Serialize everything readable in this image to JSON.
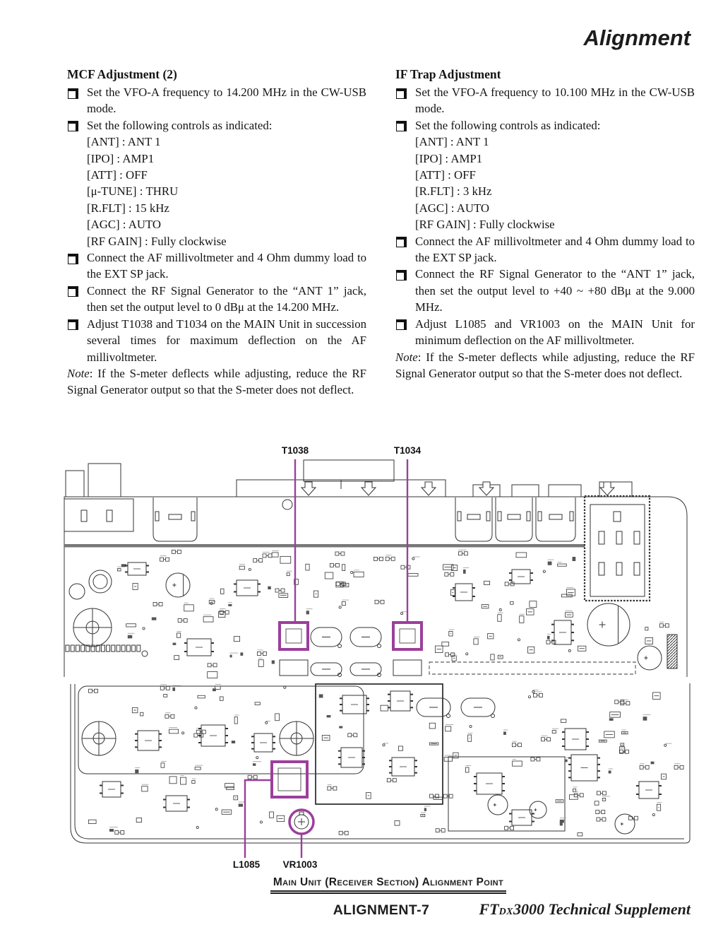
{
  "page": {
    "title": "Alignment",
    "footer": {
      "page_label": "ALIGNMENT-7",
      "doc_brand_prefix": "FT",
      "doc_brand_sub": "DX",
      "doc_brand_suffix": "3000",
      "doc_title_rest": " Technical Supplement"
    }
  },
  "icons": {
    "checkbox": "❒"
  },
  "colors": {
    "annotation_purple": "#9B3F9B",
    "ink": "#151515",
    "divider_gray": "#777777"
  },
  "columns": {
    "left": {
      "heading": "MCF Adjustment (2)",
      "items": [
        {
          "type": "check",
          "text": "Set the VFO-A frequency to 14.200 MHz in the CW-USB mode."
        },
        {
          "type": "check",
          "text": "Set the following controls as indicated:",
          "sub": [
            "[ANT] : ANT 1",
            "[IPO] : AMP1",
            "[ATT] : OFF",
            "[μ-TUNE] : THRU",
            "[R.FLT] : 15 kHz",
            "[AGC] : AUTO",
            "[RF GAIN] : Fully clockwise"
          ]
        },
        {
          "type": "check",
          "text": "Connect the AF millivoltmeter and 4 Ohm dummy load to the EXT SP jack."
        },
        {
          "type": "check",
          "text": "Connect the RF Signal Generator to the “ANT 1” jack, then set the output level to 0 dBμ at the 14.200 MHz."
        },
        {
          "type": "check",
          "text": "Adjust T1038 and T1034 on the MAIN Unit in succession several times for maximum deflection on the AF millivoltmeter."
        },
        {
          "type": "note",
          "label": "Note",
          "text": ": If the S-meter deflects while adjusting, reduce the RF Signal Generator output so that the S-meter does not deflect."
        }
      ]
    },
    "right": {
      "heading": "IF Trap Adjustment",
      "items": [
        {
          "type": "check",
          "text": "Set the VFO-A frequency to 10.100 MHz in the CW-USB mode."
        },
        {
          "type": "check",
          "text": "Set the following controls as indicated:",
          "sub": [
            "[ANT] : ANT 1",
            "[IPO] : AMP1",
            "[ATT] : OFF",
            "[R.FLT] : 3 kHz",
            "[AGC] : AUTO",
            "[RF GAIN] : Fully clockwise"
          ]
        },
        {
          "type": "check",
          "text": "Connect the AF millivoltmeter and 4 Ohm dummy load to the EXT SP jack."
        },
        {
          "type": "check",
          "text": "Connect the RF Signal Generator to the “ANT 1” jack, then set the output level to +40 ~ +80 dBμ at the 9.000 MHz."
        },
        {
          "type": "check",
          "text": "Adjust L1085 and VR1003 on the MAIN Unit for minimum deflection on the AF millivoltmeter."
        },
        {
          "type": "note",
          "label": "Note",
          "text": ": If the S-meter deflects while adjusting, reduce the RF Signal Generator output so that the S-meter does not deflect."
        }
      ]
    }
  },
  "diagram": {
    "caption": "Main Unit (Receiver Section) Alignment Point",
    "markers": [
      {
        "id": "T1038",
        "label": "T1038"
      },
      {
        "id": "T1034",
        "label": "T1034"
      },
      {
        "id": "L1085",
        "label": "L1085"
      },
      {
        "id": "VR1003",
        "label": "VR1003"
      }
    ]
  }
}
